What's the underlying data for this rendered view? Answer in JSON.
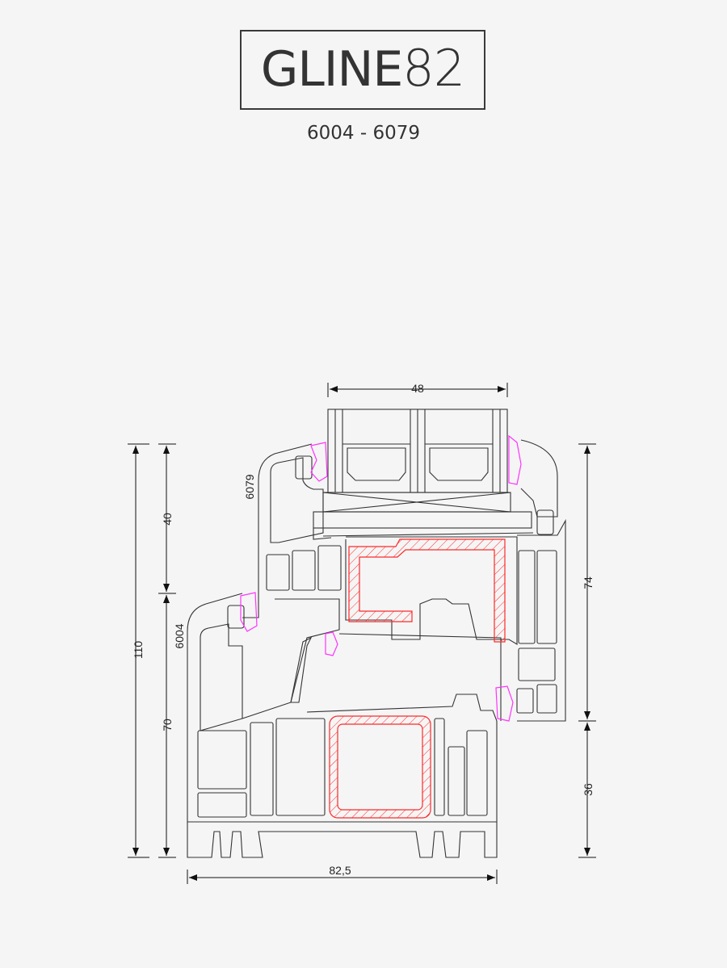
{
  "logo": {
    "brand": "GLINE",
    "number": "82"
  },
  "subtitle": "6004 - 6079",
  "profiles": {
    "sash": "6079",
    "frame": "6004"
  },
  "dimensions": {
    "glass_width": "48",
    "total_height": "110",
    "sash_height": "40",
    "frame_height": "70",
    "right_upper": "74",
    "right_lower": "36",
    "total_width": "82,5"
  },
  "colors": {
    "outline": "#333333",
    "gasket": "#ff33ff",
    "reinforcement": "#ff2a2a"
  }
}
